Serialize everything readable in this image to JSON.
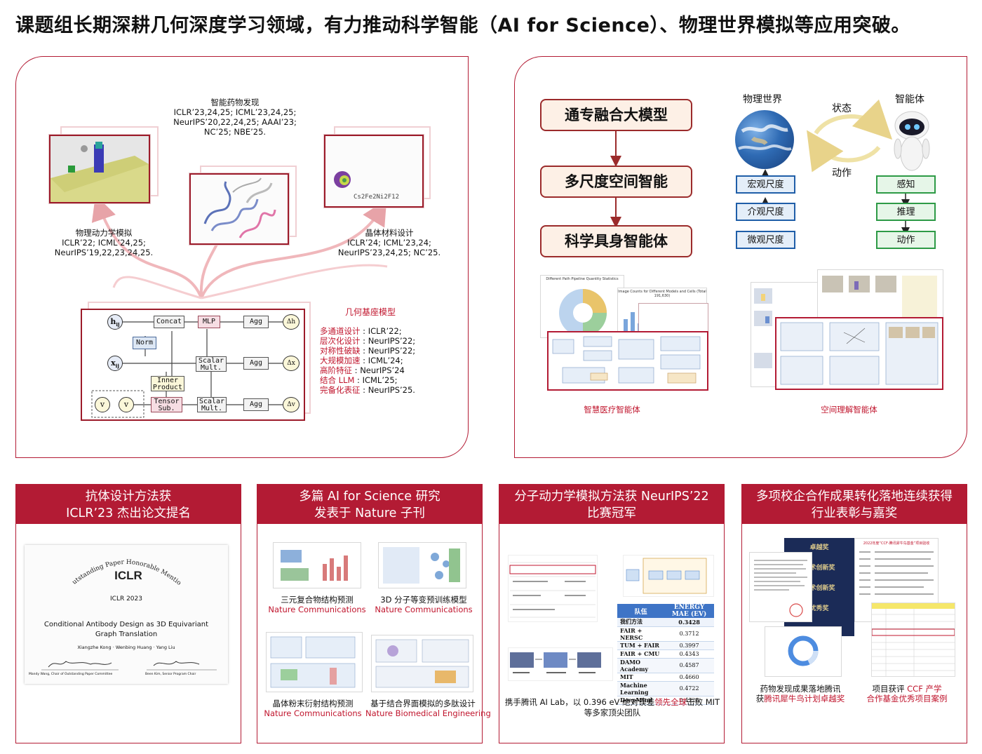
{
  "header": {
    "title": "课题组长期深耕几何深度学习领域，有力推动科学智能（AI for Science）、物理世界模拟等应用突破。"
  },
  "left_panel": {
    "drug": {
      "title": "智能药物发现",
      "venues": [
        "ICLR’23,24,25; ICML’23,24,25;",
        "NeurIPS’20,22,24,25; AAAI’23;",
        "NC’25; NBE’25."
      ]
    },
    "physics": {
      "title": "物理动力学模拟",
      "venues": [
        "ICLR’22; ICML’24,25;",
        "NeurIPS’19,22,23,24,25."
      ]
    },
    "crystal": {
      "title": "晶体材料设计",
      "venues": [
        "ICLR’24; ICML’23,24;",
        "NeurIPS’23,24,25; NC’25."
      ],
      "formula": "Cs2Fe2Ni2F12"
    },
    "foundation": {
      "title": "几何基座模型",
      "items": [
        {
          "name": "多通道设计",
          "venue": "ICLR’22;"
        },
        {
          "name": "层次化设计",
          "venue": "NeurIPS’22;"
        },
        {
          "name": "对称性破缺",
          "venue": "NeurIPS’22;"
        },
        {
          "name": "大规模加速",
          "venue": "ICML’24;"
        },
        {
          "name": "高阶特征",
          "venue": "NeurIPS’24"
        },
        {
          "name": "结合 LLM",
          "venue": "ICML’25;"
        },
        {
          "name": "完备化表征",
          "venue": "NeurIPS’25."
        }
      ]
    },
    "arch": {
      "h": "h",
      "h_sub": "ij",
      "x": "x",
      "x_sub": "ij",
      "v1": "v",
      "v2": "v",
      "concat": "Concat",
      "mlp": "MLP",
      "norm": "Norm",
      "agg1": "Agg",
      "agg2": "Agg",
      "agg3": "Agg",
      "scalar1": "Scalar Mult.",
      "scalar2": "Scalar Mult.",
      "inner": "Inner Product",
      "tensor": "Tensor Sub.",
      "out1": "Δh",
      "out2": "Δx",
      "out3": "Δv"
    }
  },
  "right_panel": {
    "flow": [
      "通专融合大模型",
      "多尺度空间智能",
      "科学具身智能体"
    ],
    "world": "物理世界",
    "agent": "智能体",
    "state": "状态",
    "action": "动作",
    "scales": [
      "宏观尺度",
      "介观尺度",
      "微观尺度"
    ],
    "agent_steps": [
      "感知",
      "推理",
      "动作"
    ],
    "medical_caption": "智慧医疗智能体",
    "spatial_caption": "空间理解智能体",
    "shot_titles": [
      "Different Path Pipeline Quantity Statistics",
      "Image Counts for Different Models and Cells (Total 191,630)"
    ]
  },
  "cards": [
    {
      "title": [
        "抗体设计方法获",
        "ICLR’23 杰出论文提名"
      ],
      "cert": {
        "arc": "Outstanding Paper Honorable Mention",
        "logo": "ICLR",
        "year": "ICLR 2023",
        "paper": [
          "Conditional Antibody Design as 3D Equivariant",
          "Graph Translation"
        ],
        "authors": "Xiangzhe Kong · Wenbing Huang · Yang Liu",
        "sig1": "Mandy Wang, Chair of Outstanding Paper Committee",
        "sig2": "Been Kim, Senior Program Chair"
      }
    },
    {
      "title": [
        "多篇 AI for Science 研究",
        "发表于 Nature 子刊"
      ],
      "items": [
        {
          "name": "三元复合物结构预测",
          "journal": "Nature Communications"
        },
        {
          "name": "3D 分子等变预训练模型",
          "journal": "Nature Communications"
        },
        {
          "name": "晶体粉末衍射结构预测",
          "journal": "Nature Communications"
        },
        {
          "name": "基于结合界面模拟的多肽设计",
          "journal": "Nature Biomedical Engineering"
        }
      ]
    },
    {
      "title": [
        "分子动力学模拟方法获 NeurIPS’22",
        "比赛冠军"
      ],
      "table_header": [
        "队伍",
        "ENERGY MAE (EV)"
      ],
      "table": [
        [
          "我们方法",
          "0.3428"
        ],
        [
          "FAIR + NERSC",
          "0.3712"
        ],
        [
          "TUM + FAIR",
          "0.3997"
        ],
        [
          "FAIR + CMU",
          "0.4343"
        ],
        [
          "DAMO Academy",
          "0.4587"
        ],
        [
          "MIT",
          "0.4660"
        ],
        [
          "Machine Learning",
          "0.4722"
        ],
        [
          "DeepMind",
          "0.4728"
        ]
      ],
      "caption_pre": "携手腾讯 AI Lab，以 0.396 eV 绝对误差",
      "caption_red": "领先全球",
      "caption_post": "击败 MIT",
      "caption_line2": "等多家顶尖团队"
    },
    {
      "title": [
        "多项校企合作成果转化落地连续获得",
        "行业表彰与嘉奖"
      ],
      "award_words": [
        "卓越奖",
        "技术创新奖",
        "学术创新奖",
        "优秀奖"
      ],
      "doc_title": "2022年度“CCF-腾讯犀牛鸟基金”项目验收",
      "left_caption": [
        "药物发现成果落地腾讯",
        "获"
      ],
      "left_caption_red": "腾讯犀牛鸟计划卓越奖",
      "right_caption_pre": "项目获评 ",
      "right_caption_red": "CCF 产学",
      "right_caption_red2": "合作基金优秀项目案例"
    }
  ],
  "colors": {
    "accent": "#b31b34",
    "blue": "#1f5ea8",
    "green": "#2d9a46"
  }
}
